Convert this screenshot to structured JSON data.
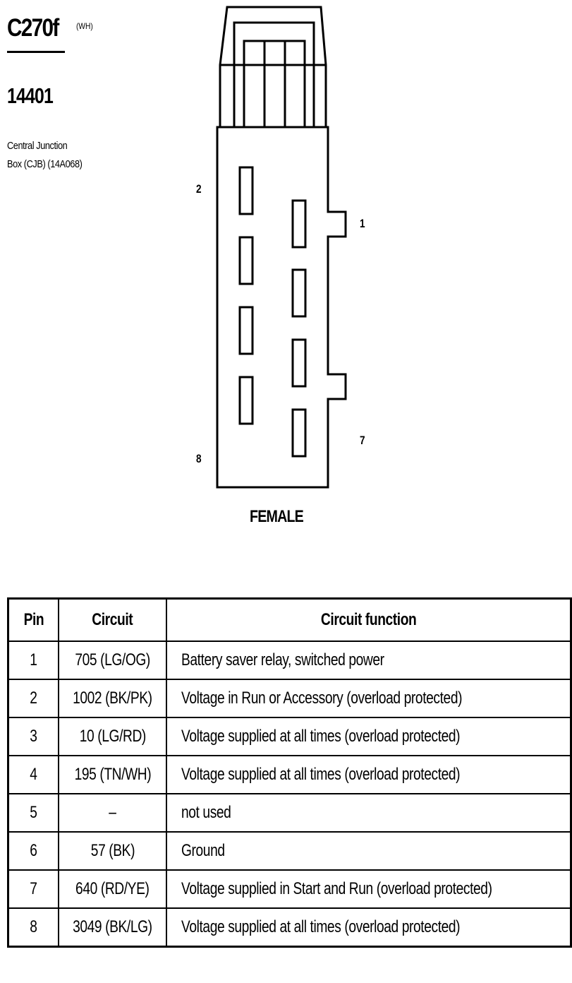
{
  "connector": {
    "id": "C270f",
    "color_code": "(WH)",
    "part_number": "14401",
    "description_line1": "Central Junction",
    "description_line2": "Box (CJB) (14A068)",
    "gender": "FEMALE"
  },
  "pin_labels": {
    "pin_2": "2",
    "pin_1": "1",
    "pin_8": "8",
    "pin_7": "7"
  },
  "table": {
    "headers": {
      "pin": "Pin",
      "circuit": "Circuit",
      "function": "Circuit function"
    },
    "rows": [
      {
        "pin": "1",
        "circuit": "705 (LG/OG)",
        "function": "Battery saver relay, switched power"
      },
      {
        "pin": "2",
        "circuit": "1002 (BK/PK)",
        "function": "Voltage in Run or Accessory (overload protected)"
      },
      {
        "pin": "3",
        "circuit": "10 (LG/RD)",
        "function": "Voltage supplied at all times (overload protected)"
      },
      {
        "pin": "4",
        "circuit": "195 (TN/WH)",
        "function": "Voltage supplied at all times (overload protected)"
      },
      {
        "pin": "5",
        "circuit": "–",
        "function": "not used"
      },
      {
        "pin": "6",
        "circuit": "57 (BK)",
        "function": "Ground"
      },
      {
        "pin": "7",
        "circuit": "640 (RD/YE)",
        "function": "Voltage supplied in Start and Run (overload protected)"
      },
      {
        "pin": "8",
        "circuit": "3049 (BK/LG)",
        "function": "Voltage supplied at all times (overload protected)"
      }
    ]
  }
}
